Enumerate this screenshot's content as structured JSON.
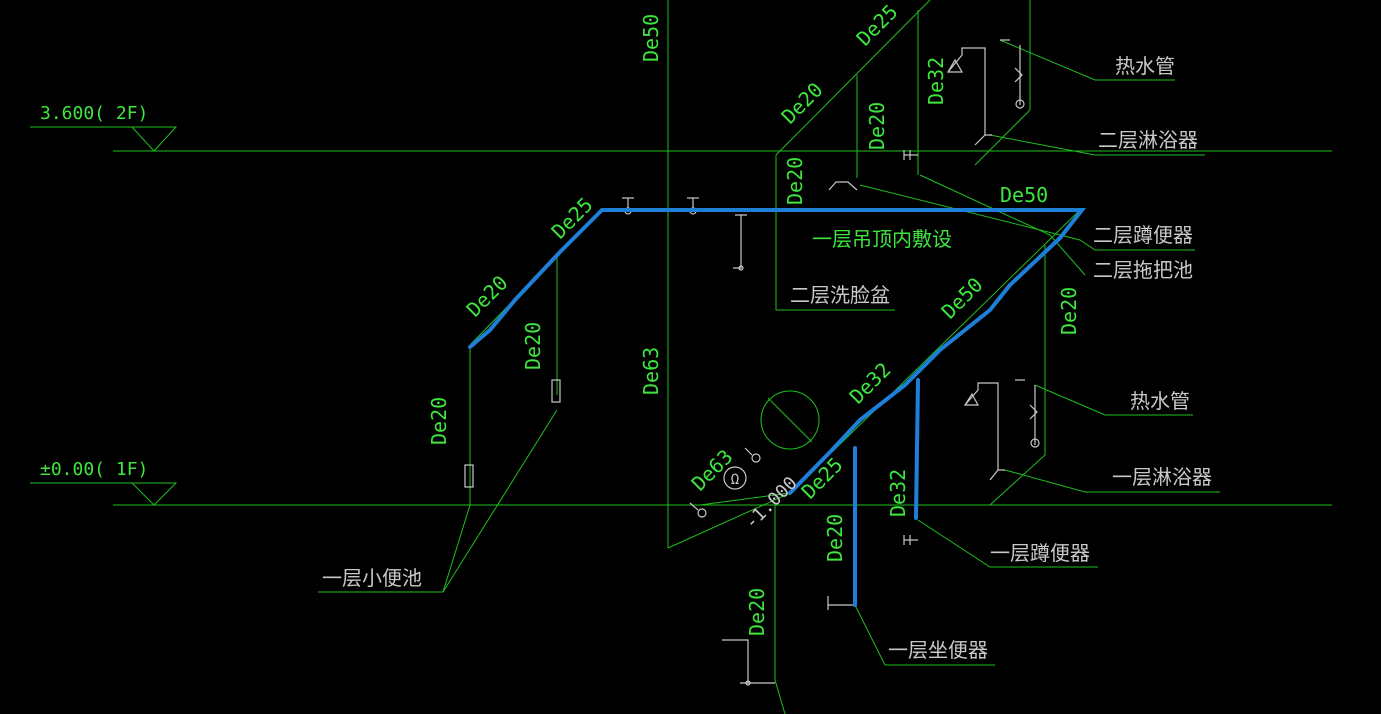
{
  "colors": {
    "background": "#000000",
    "pipe": "#1fbf1f",
    "label": "#3ee63e",
    "line_white": "#c8c8c8",
    "highlight": "#1e7fd8"
  },
  "levels": {
    "upper": "3.600( 2F)",
    "lower": "±0.00( 1F)"
  },
  "pipe_sizes": {
    "de50_top": "De50",
    "de25_top": "De25",
    "de32_top": "De32",
    "de20_a": "De20",
    "de20_b": "De20",
    "de20_c": "De20",
    "de50_right": "De50",
    "de25_left": "De25",
    "de20_left_diag": "De20",
    "de20_left_vert": "De20",
    "de20_far_left": "De20",
    "de63_main": "De63",
    "de50_diag": "De50",
    "de20_right": "De20",
    "de32_diag": "De32",
    "de63_low": "De63",
    "de25_low": "De25",
    "de32_low": "De32",
    "de20_low": "De20",
    "de20_bottom": "De20"
  },
  "elevation_note": "-1.000",
  "meter_symbol": "Ω",
  "callouts": {
    "hot_water_2f": "热水管",
    "shower_2f": "二层淋浴器",
    "squat_2f": "二层蹲便器",
    "mop_2f": "二层拖把池",
    "ceiling": "一层吊顶内敷设",
    "basin_2f": "二层洗脸盆",
    "hot_water_1f": "热水管",
    "shower_1f": "一层淋浴器",
    "squat_1f": "一层蹲便器",
    "urinal_1f": "一层小便池",
    "toilet_1f": "一层坐便器"
  }
}
